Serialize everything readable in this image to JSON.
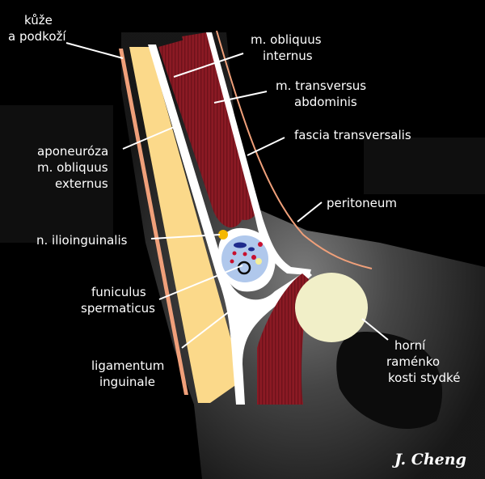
{
  "labels": {
    "kuze_line1": "kůže",
    "kuze_line2": "a podkoží",
    "obliquus_int_line1": "m. obliquus",
    "obliquus_int_line2": "internus",
    "transversus_line1": "m. transversus",
    "transversus_line2": "abdominis",
    "fascia": "fascia transversalis",
    "aponeuroza_line1": "aponeuróza",
    "aponeuroza_line2": "m. obliquus",
    "aponeuroza_line3": "externus",
    "peritoneum": "peritoneum",
    "ilioinguinalis": "n. ilioinguinalis",
    "funiculus_line1": "funiculus",
    "funiculus_line2": "spermaticus",
    "ligamentum_line1": "ligamentum",
    "ligamentum_line2": "inguinale",
    "pubis_line1": "horní",
    "pubis_line2": "raménko",
    "pubis_line3": "kosti stydké"
  },
  "signature": "J. Cheng",
  "colors": {
    "background": "#000000",
    "skin_fat": "#fbd98a",
    "skin_line": "#f0a07a",
    "muscle": "#8b1a24",
    "fascia": "#ffffff",
    "cord": "#b0c8ec",
    "bone": "#f1efc8",
    "nerve": "#f5b800"
  }
}
